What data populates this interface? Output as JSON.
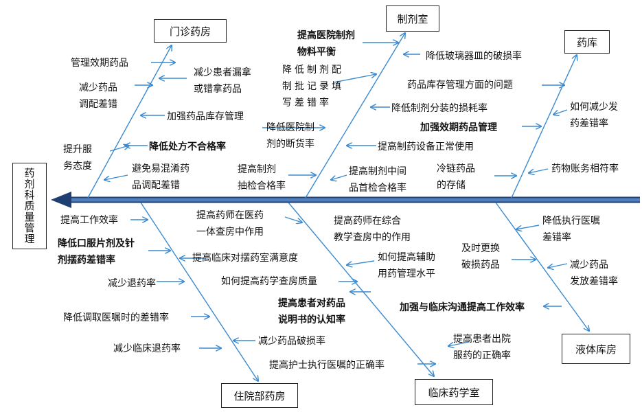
{
  "head": "药剂科质量管理",
  "categories": {
    "outpatient": "门诊药房",
    "preparation": "制剂室",
    "warehouse": "药库",
    "inpatient": "住院部药房",
    "clinical": "临床药学室",
    "liquid": "液体库房"
  },
  "causes": {
    "outpatient": [
      "管理效期药品",
      "减少药品\n调配差错",
      "减少患者漏拿\n或错拿药品",
      "加强药品库存管理",
      "提升服\n务态度",
      "降低处方不合格率",
      "避免易混淆药\n品调配差错"
    ],
    "preparation": [
      "提高医院制剂\n物料平衡",
      "降低玻璃器皿的破损率",
      "降低制剂配\n制批记录填\n写差错率",
      "降低制剂分装的损耗率",
      "降低医院制\n剂的断货率",
      "提高制药设备正常使用",
      "提高制剂\n抽检合格率",
      "提高制剂中间\n品首检合格率"
    ],
    "warehouse": [
      "药品库存管理方面的问题",
      "如何减少发\n药差错率",
      "加强效期药品管理",
      "药物账务相符率",
      "冷链药品\n的存储"
    ],
    "inpatient": [
      "提高工作效率",
      "降低口服片剂及针\n剂摆药差错率",
      "提高药师在医药\n一体查房中作用",
      "提高临床对摆药室满意度",
      "减少退药率",
      "如何提高药学查房质量",
      "降低调取医嘱时的差错率",
      "减少药品破损率",
      "减少临床退药率",
      "提高护士执行医嘱的正确率"
    ],
    "clinical": [
      "提高药师在综合\n教学查房中的作用",
      "如何提高辅助\n用药管理水平",
      "提高患者对药品\n说明书的认知率",
      "加强与临床沟通提高工作效率",
      "提高患者出院\n服药的正确率"
    ],
    "liquid": [
      "降低执行医嘱\n差错率",
      "及时更换\n破损药品",
      "减少药品\n发放差错率"
    ]
  }
}
